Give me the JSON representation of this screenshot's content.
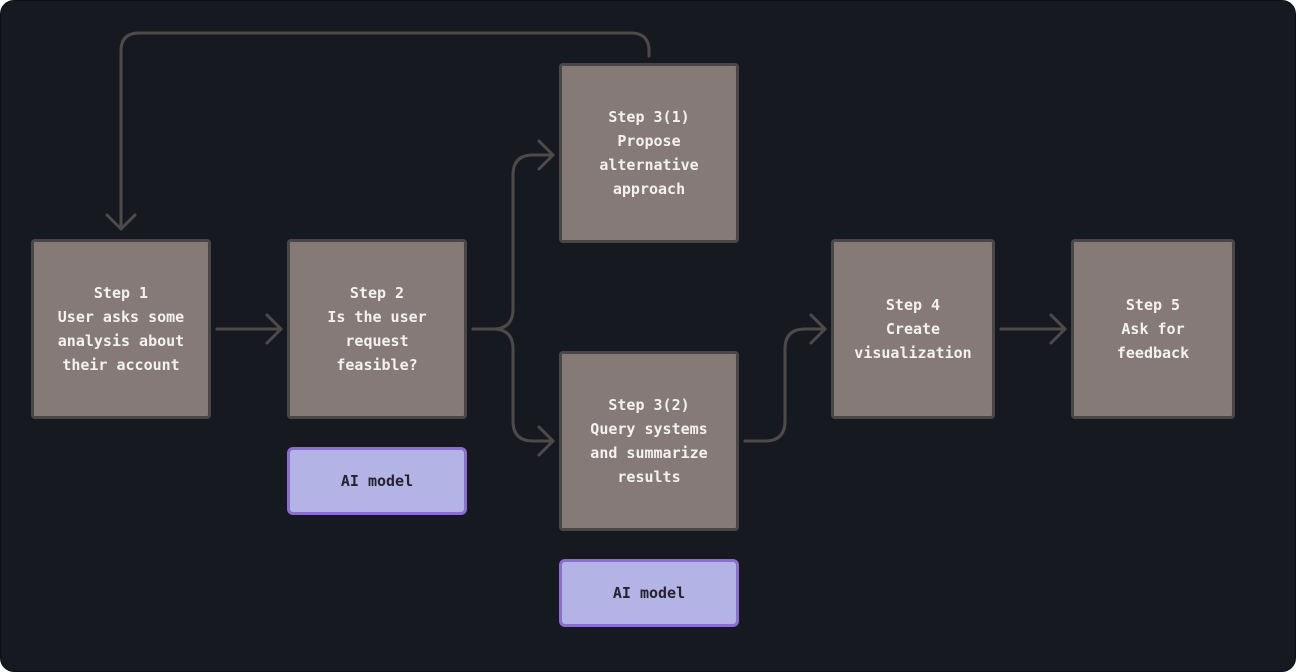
{
  "diagram": {
    "steps": {
      "step1": [
        "Step 1",
        "User asks some",
        "analysis about",
        "their account"
      ],
      "step2": [
        "Step 2",
        "Is the user",
        "request",
        "feasible?"
      ],
      "step3a": [
        "Step 3(1)",
        "Propose",
        "alternative",
        "approach"
      ],
      "step3b": [
        "Step 3(2)",
        "Query systems",
        "and summarize",
        "results"
      ],
      "step4": [
        "Step 4",
        "Create",
        "visualization"
      ],
      "step5": [
        "Step 5",
        "Ask for",
        "feedback"
      ]
    },
    "ai_labels": [
      "AI model",
      "AI model"
    ]
  },
  "colors": {
    "background": "#161a20",
    "box_fill": "#857a78",
    "box_border": "#4a4646",
    "ai_fill": "#b3b3e6",
    "ai_border": "#8a6fd0",
    "connector": "#4e4a4a"
  }
}
